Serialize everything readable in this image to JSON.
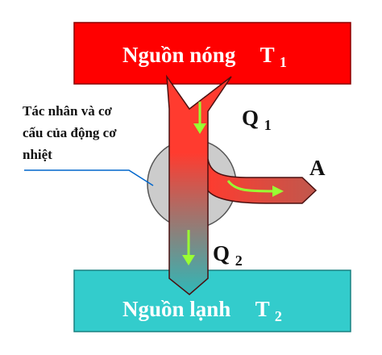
{
  "hot_source": {
    "label": "Nguồn nóng",
    "temp_symbol": "T",
    "temp_index": "1",
    "color": "#ff0000"
  },
  "cold_source": {
    "label": "Nguồn lạnh",
    "temp_symbol": "T",
    "temp_index": "2",
    "color": "#33cccc"
  },
  "heat_in": {
    "symbol": "Q",
    "index": "1"
  },
  "heat_out": {
    "symbol": "Q",
    "index": "2"
  },
  "work": {
    "symbol": "A"
  },
  "agent_label": {
    "lines": [
      "Tác nhân và cơ",
      "cấu của động cơ",
      "nhiệt"
    ]
  },
  "colors": {
    "flow_top": "#ff3b2f",
    "flow_bottom": "#2fb8b8",
    "arrow_marks": "#99ff33",
    "engine_circle": "#cccccc",
    "pointer_line": "#0066cc"
  }
}
